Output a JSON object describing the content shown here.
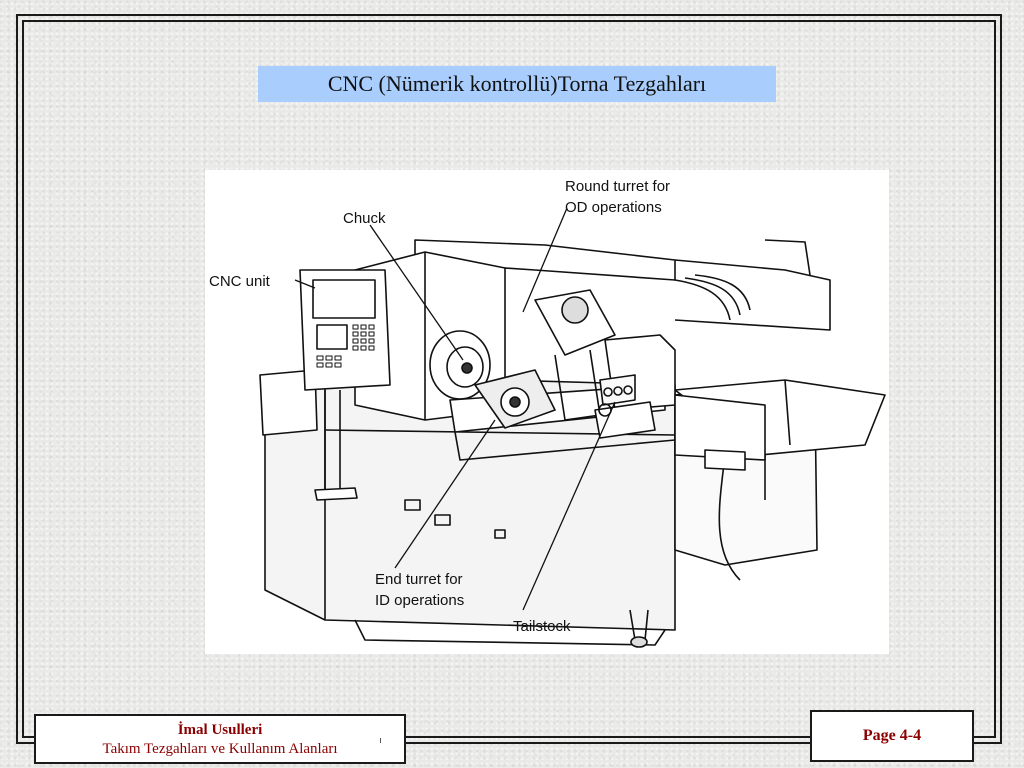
{
  "slide": {
    "title": "CNC (Nümerik kontrollü)Torna Tezgahları"
  },
  "figure": {
    "labels": {
      "chuck": "Chuck",
      "cnc_unit": "CNC unit",
      "round_turret_l1": "Round turret for",
      "round_turret_l2": "OD operations",
      "end_turret_l1": "End turret for",
      "end_turret_l2": "ID operations",
      "tailstock": "Tailstock"
    }
  },
  "footer": {
    "course": "İmal Usulleri",
    "subtitle": "Takım Tezgahları ve Kullanım Alanları",
    "page": "Page 4-4"
  }
}
